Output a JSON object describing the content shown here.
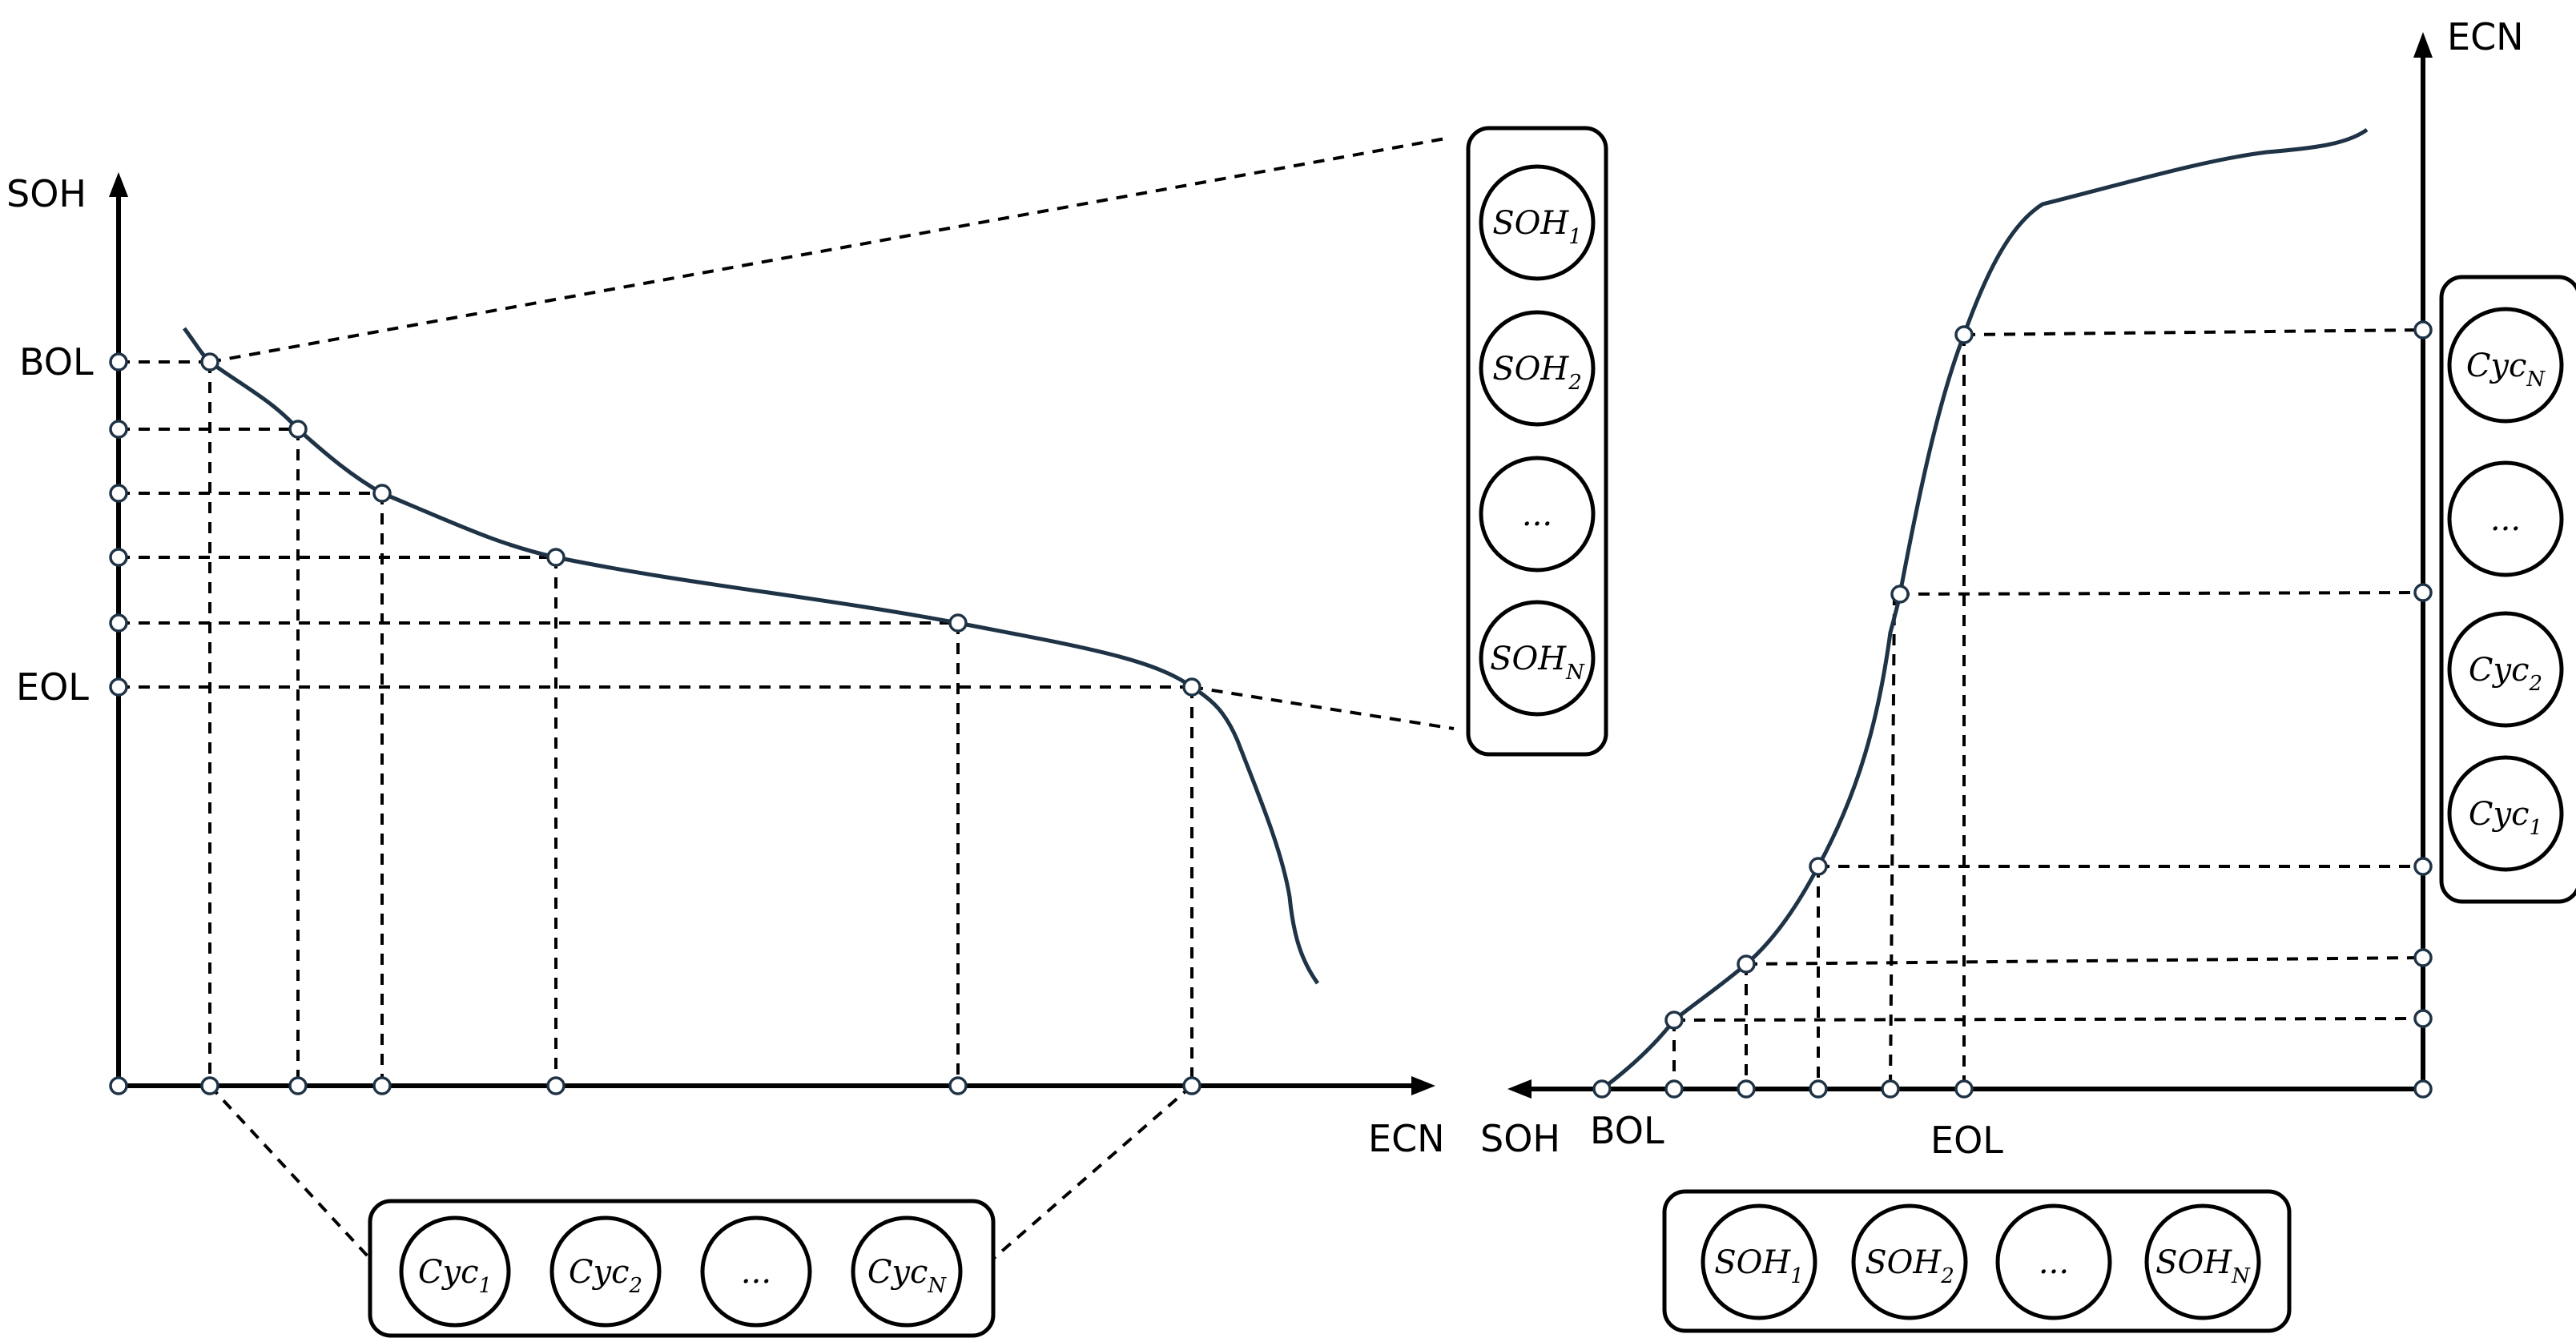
{
  "left_chart": {
    "y_axis_label": "SOH",
    "x_axis_label": "ECN",
    "bol_label": "BOL",
    "eol_label": "EOL",
    "input_box": [
      {
        "base": "Cyc",
        "sub": "1"
      },
      {
        "base": "Cyc",
        "sub": "2"
      },
      {
        "base": "...",
        "sub": ""
      },
      {
        "base": "Cyc",
        "sub": "N"
      }
    ],
    "output_box": [
      {
        "base": "SOH",
        "sub": "1"
      },
      {
        "base": "SOH",
        "sub": "2"
      },
      {
        "base": "...",
        "sub": ""
      },
      {
        "base": "SOH",
        "sub": "N"
      }
    ]
  },
  "right_chart": {
    "y_axis_label": "ECN",
    "x_axis_label": "SOH",
    "bol_label": "BOL",
    "eol_label": "EOL",
    "output_box": [
      {
        "base": "Cyc",
        "sub": "N"
      },
      {
        "base": "...",
        "sub": ""
      },
      {
        "base": "Cyc",
        "sub": "2"
      },
      {
        "base": "Cyc",
        "sub": "1"
      }
    ],
    "input_box": [
      {
        "base": "SOH",
        "sub": "1"
      },
      {
        "base": "SOH",
        "sub": "2"
      },
      {
        "base": "...",
        "sub": ""
      },
      {
        "base": "SOH",
        "sub": "N"
      }
    ]
  }
}
